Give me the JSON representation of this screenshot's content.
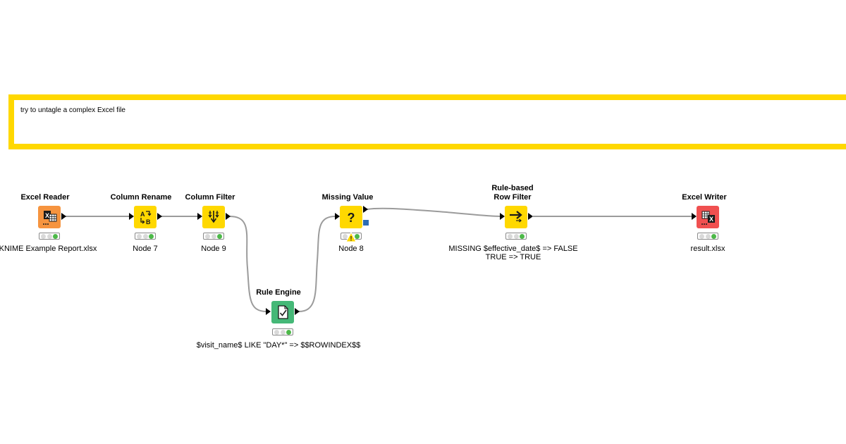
{
  "annotation": {
    "text": "try to untagle a complex Excel file",
    "border_color": "#FFD800"
  },
  "colors": {
    "source_node": "#F6943F",
    "manipulator_node": "#FFD800",
    "rule_engine_node": "#45B877",
    "sink_node": "#F05050",
    "status_green": "#4CB848",
    "connection": "#9B9B9B",
    "flow_variable_port": "#2E6DB4",
    "warning": "#FFD800"
  },
  "nodes": [
    {
      "id": "excel-reader",
      "name": "Excel Reader",
      "label": "KNIME Example Report.xlsx",
      "icon": "excel-reader-icon"
    },
    {
      "id": "column-rename",
      "name": "Column Rename",
      "label": "Node 7",
      "icon": "column-rename-icon"
    },
    {
      "id": "column-filter",
      "name": "Column Filter",
      "label": "Node 9",
      "icon": "column-filter-icon"
    },
    {
      "id": "rule-engine",
      "name": "Rule Engine",
      "label": "$visit_name$ LIKE \"DAY*\" => $$ROWINDEX$$",
      "icon": "rule-engine-icon"
    },
    {
      "id": "missing-value",
      "name": "Missing Value",
      "label": "Node 8",
      "icon": "question-mark-icon",
      "icon_glyph": "?",
      "warning": "!"
    },
    {
      "id": "rule-based-row-filter",
      "name_lines": [
        "Rule-based",
        "Row Filter"
      ],
      "label_lines": [
        "MISSING $effective_date$ => FALSE",
        "TRUE => TRUE"
      ],
      "icon": "row-filter-arrow-icon"
    },
    {
      "id": "excel-writer",
      "name": "Excel Writer",
      "label": "result.xlsx",
      "icon": "excel-writer-icon"
    }
  ]
}
